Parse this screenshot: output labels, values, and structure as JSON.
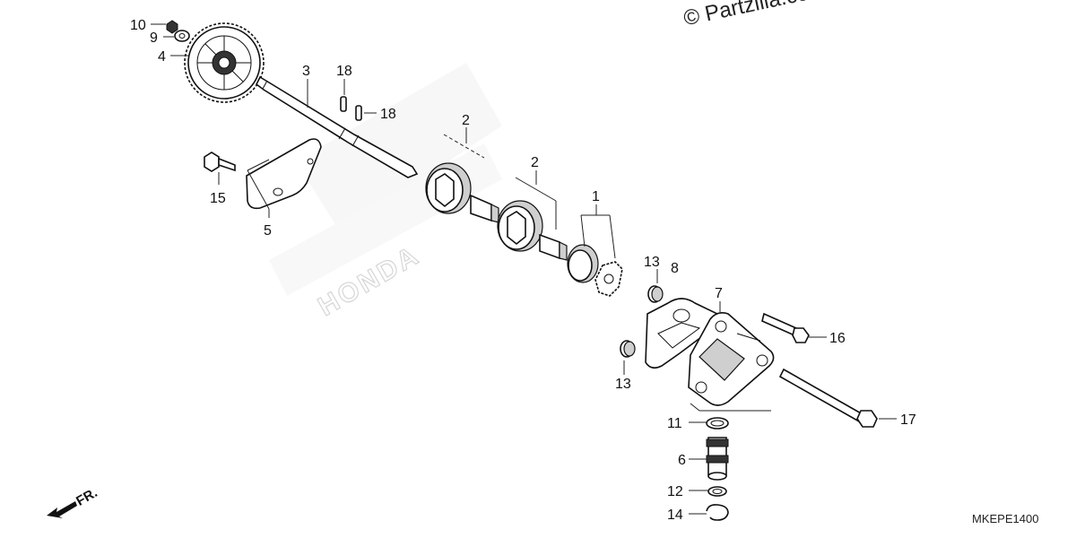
{
  "copyright": "© Partzilla.com",
  "diagram_code": "MKEPE1400",
  "direction_label": "FR.",
  "watermark": "HONDA",
  "callouts": {
    "c1": "1",
    "c2a": "2",
    "c2b": "2",
    "c3": "3",
    "c4": "4",
    "c5": "5",
    "c6": "6",
    "c7": "7",
    "c8": "8",
    "c9": "9",
    "c10": "10",
    "c11": "11",
    "c12": "12",
    "c13a": "13",
    "c13b": "13",
    "c14": "14",
    "c15": "15",
    "c16": "16",
    "c17": "17",
    "c18a": "18",
    "c18b": "18"
  }
}
